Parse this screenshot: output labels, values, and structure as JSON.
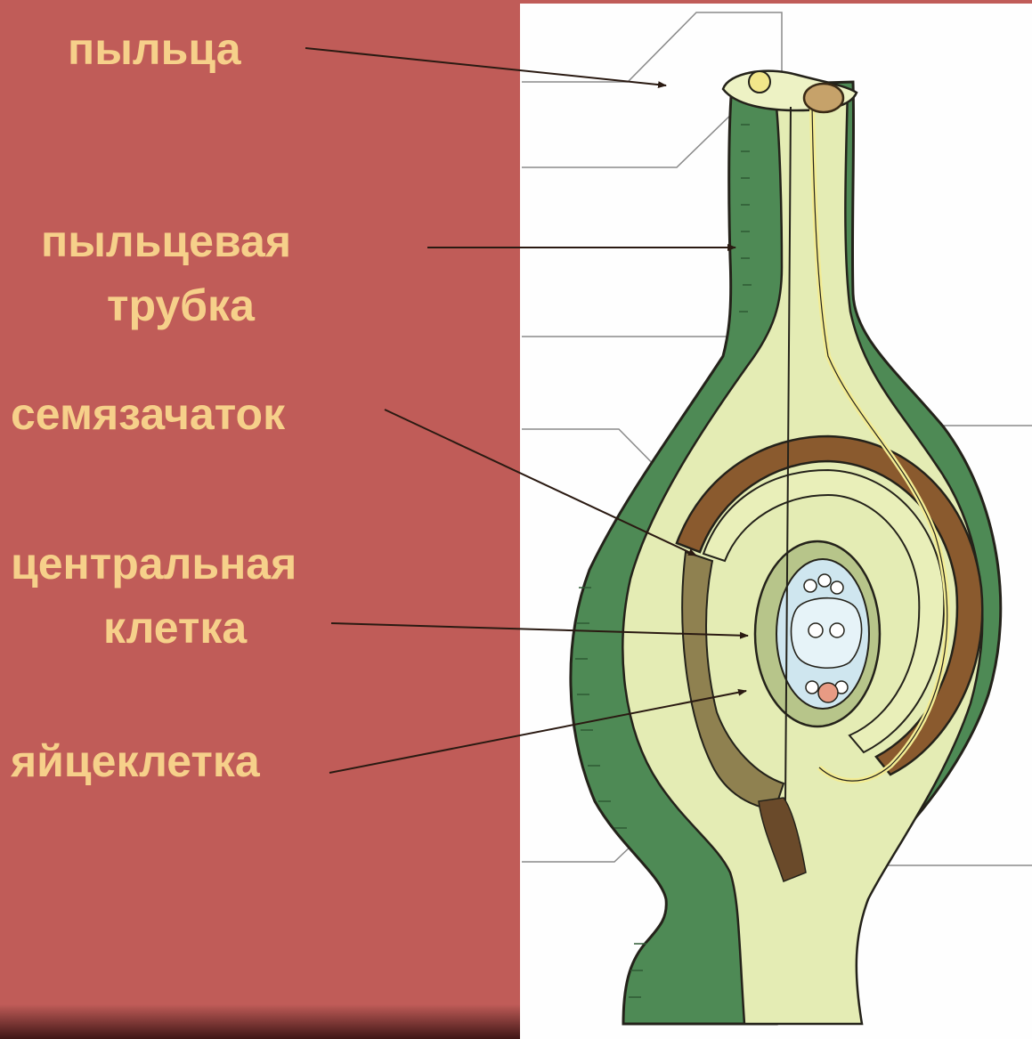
{
  "labels": {
    "pollen": "пыльца",
    "pollen_tube_line1": "пыльцевая",
    "pollen_tube_line2": "трубка",
    "ovule": "семязачаток",
    "central_cell_line1": "центральная",
    "central_cell_line2": "клетка",
    "egg_cell": "яйцеклетка"
  },
  "colors": {
    "background": "#c05c58",
    "label_text": "#f6d08a",
    "panel": "#fefefe",
    "ovary_wall": "#4e8a55",
    "tissue": "#e4ecb4",
    "integument_brown": "#8a5a2e",
    "sac_fill": "#cfe6ef",
    "pollen_grain": "#c6a26a"
  }
}
